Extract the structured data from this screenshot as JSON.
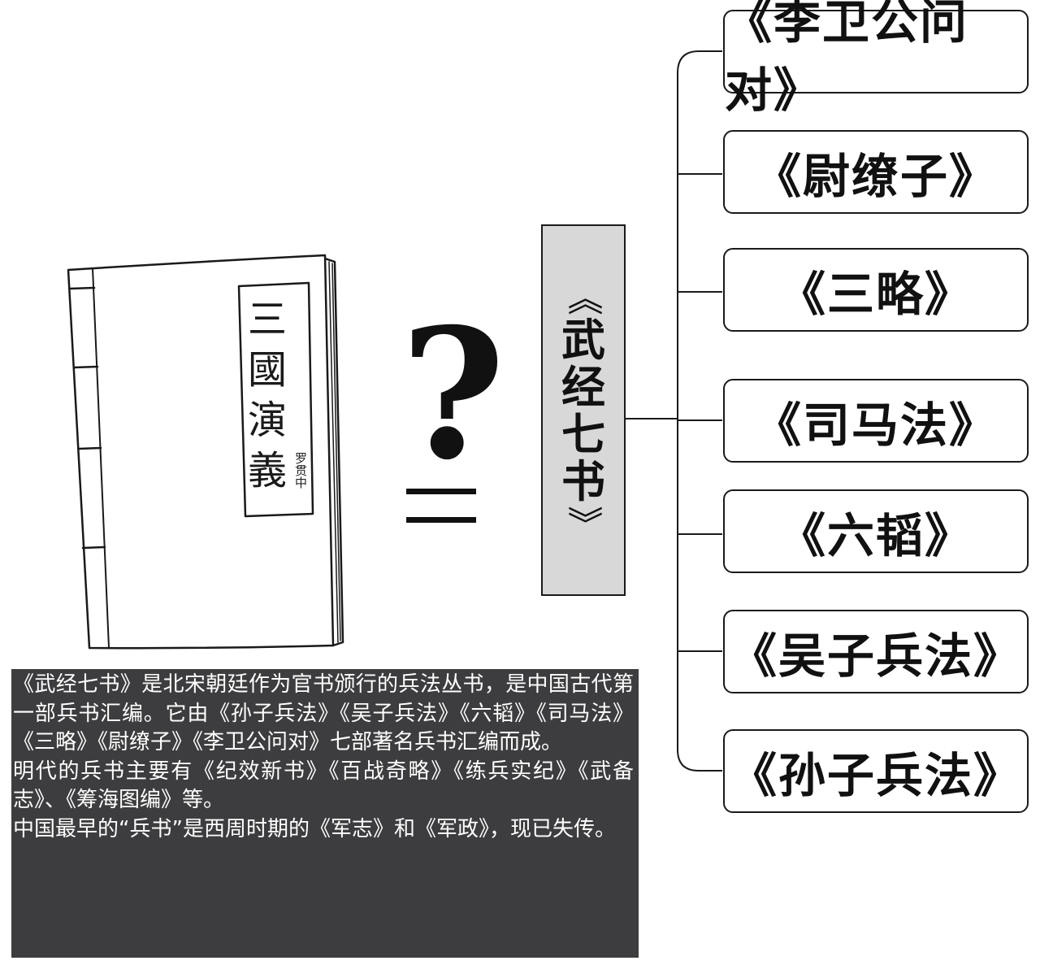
{
  "center": {
    "open_bracket": "《",
    "chars": [
      "武",
      "经",
      "七",
      "书"
    ],
    "close_bracket": "》"
  },
  "branches": [
    {
      "label": "《李卫公问对》"
    },
    {
      "label": "《尉缭子》"
    },
    {
      "label": "《三略》"
    },
    {
      "label": "《司马法》"
    },
    {
      "label": "《六韬》"
    },
    {
      "label": "《吴子兵法》"
    },
    {
      "label": "《孙子兵法》"
    }
  ],
  "book": {
    "cover_chars": [
      "三",
      "國",
      "演",
      "義"
    ],
    "author": "罗贯中"
  },
  "relation": {
    "question": "?",
    "equals": "="
  },
  "note": {
    "paragraphs": [
      "《武经七书》是北宋朝廷作为官书颁行的兵法丛书，是中国古代第一部兵书汇编。它由《孙子兵法》《吴子兵法》《六韬》《司马法》《三略》《尉缭子》《李卫公问对》七部著名兵书汇编而成。",
      "明代的兵书主要有《纪效新书》《百战奇略》《练兵实纪》《武备志》、《筹海图编》等。",
      "中国最早的“兵书”是西周时期的《军志》和《军政》，现已失传。"
    ]
  },
  "colors": {
    "center_fill": "#d8d8d8",
    "note_fill": "#3d3d3f",
    "note_text": "#ffffff",
    "line": "#1a1a1a"
  }
}
